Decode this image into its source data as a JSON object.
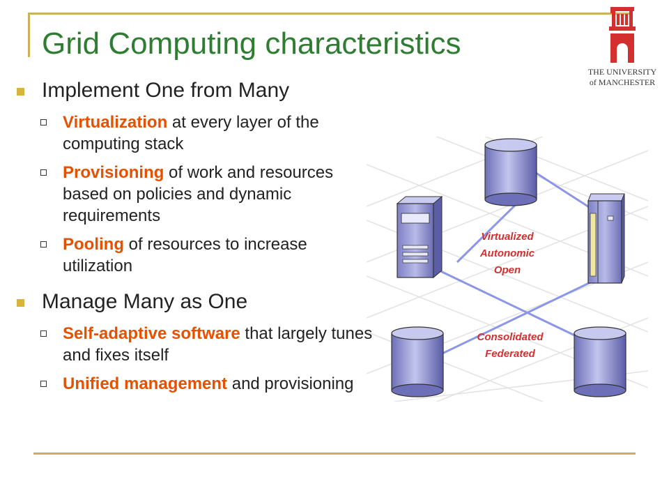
{
  "slide": {
    "title": "Grid Computing characteristics",
    "logo_text": [
      "THE UNIVERSITY",
      "of MANCHESTER"
    ],
    "colors": {
      "title": "#2e7d32",
      "highlight": "#e65100",
      "accent_line": "#c8b35a",
      "label_red": "#d32f2f"
    }
  },
  "bullets": [
    {
      "text": "Implement One from Many",
      "sub": [
        {
          "hl": "Virtualization",
          "rest": " at every layer of the computing stack"
        },
        {
          "hl": "Provisioning",
          "rest": " of work and resources based on policies and dynamic requirements"
        },
        {
          "hl": "Pooling",
          "rest": " of resources to increase utilization"
        }
      ]
    },
    {
      "text": "Manage Many as One",
      "sub": [
        {
          "hl": "Self-adaptive software",
          "rest": " that largely tunes and fixes itself"
        },
        {
          "hl": "Unified management",
          "rest": " and provisioning"
        }
      ]
    }
  ],
  "diagram": {
    "label_top": [
      "Virtualized",
      "Autonomic",
      "Open"
    ],
    "label_bottom": [
      "Consolidated",
      "Federated"
    ]
  }
}
